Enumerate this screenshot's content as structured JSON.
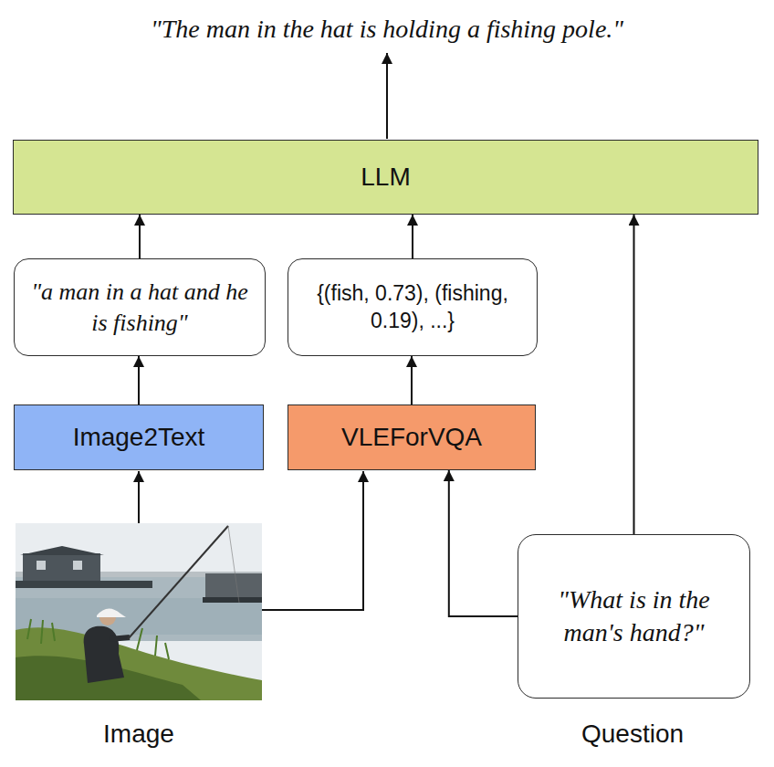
{
  "diagram": {
    "nodes": [
      {
        "text": [
          "LLM"
        ]
      },
      {
        "text": [
          "\"a man in a hat and he is fishing\""
        ]
      },
      {
        "text": [
          "{(fish, 0.73), (fishing, 0.19), ...}"
        ]
      },
      {
        "text": [
          "Image2Text"
        ]
      },
      {
        "text": [
          "VLEForVQA"
        ]
      },
      {
        "text": [
          "\"What is in the man's hand?\""
        ]
      }
    ],
    "edges": [
      {
        "from": 3,
        "to": 1,
        "arrow": "to"
      },
      {
        "from": 1,
        "to": 0,
        "arrow": "to"
      },
      {
        "from": 4,
        "to": 2,
        "arrow": "to"
      },
      {
        "from": 2,
        "to": 0,
        "arrow": "to"
      },
      {
        "from": 5,
        "to": 4,
        "arrow": "to"
      },
      {
        "from": 5,
        "to": 0,
        "arrow": "to"
      }
    ],
    "labels": [
      "\"The man in the hat is holding a fishing pole.\"",
      "Image",
      "Question"
    ]
  }
}
